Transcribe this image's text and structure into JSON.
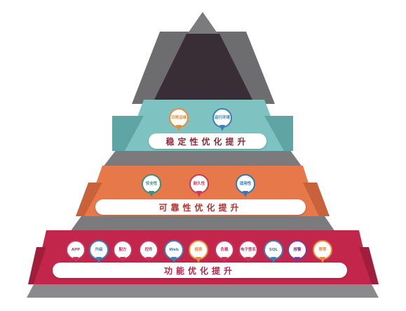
{
  "colors": {
    "top_dark": "#3a2e36",
    "top_mid": "#5a4e56",
    "steps": "#7d7d80",
    "teal": "#7fc2c2",
    "orange": "#e6784a",
    "crimson": "#c3264b",
    "label_teal": "#8a2a3a",
    "label_orange": "#b5322e",
    "label_crimson": "#b5264a"
  },
  "tiers": {
    "stability": {
      "label": "稳定性优化提升",
      "pins": [
        {
          "text": "日常运维",
          "color": "#e98a3a"
        },
        {
          "text": "运行环境",
          "color": "#3b7fb8"
        }
      ]
    },
    "reliability": {
      "label": "可靠性优化提升",
      "pins": [
        {
          "text": "安全性",
          "color": "#3a8f7a"
        },
        {
          "text": "耐久性",
          "color": "#c83a5a"
        },
        {
          "text": "适用性",
          "color": "#2e78b8"
        }
      ]
    },
    "function": {
      "label": "功能优化提升",
      "pins": [
        {
          "text": "APP",
          "color": "#c8325a"
        },
        {
          "text": "升级",
          "color": "#3b7fb8"
        },
        {
          "text": "配方",
          "color": "#c8325a"
        },
        {
          "text": "控件",
          "color": "#c8325a"
        },
        {
          "text": "Web",
          "color": "#3b7fb8"
        },
        {
          "text": "报表",
          "color": "#e98a3a"
        },
        {
          "text": "负载",
          "color": "#c8325a"
        },
        {
          "text": "电子签名",
          "color": "#c8325a"
        },
        {
          "text": "SQL",
          "color": "#3b7fb8"
        },
        {
          "text": "报警",
          "color": "#7a3a98"
        },
        {
          "text": "等等",
          "color": "#e98a3a"
        }
      ]
    }
  }
}
